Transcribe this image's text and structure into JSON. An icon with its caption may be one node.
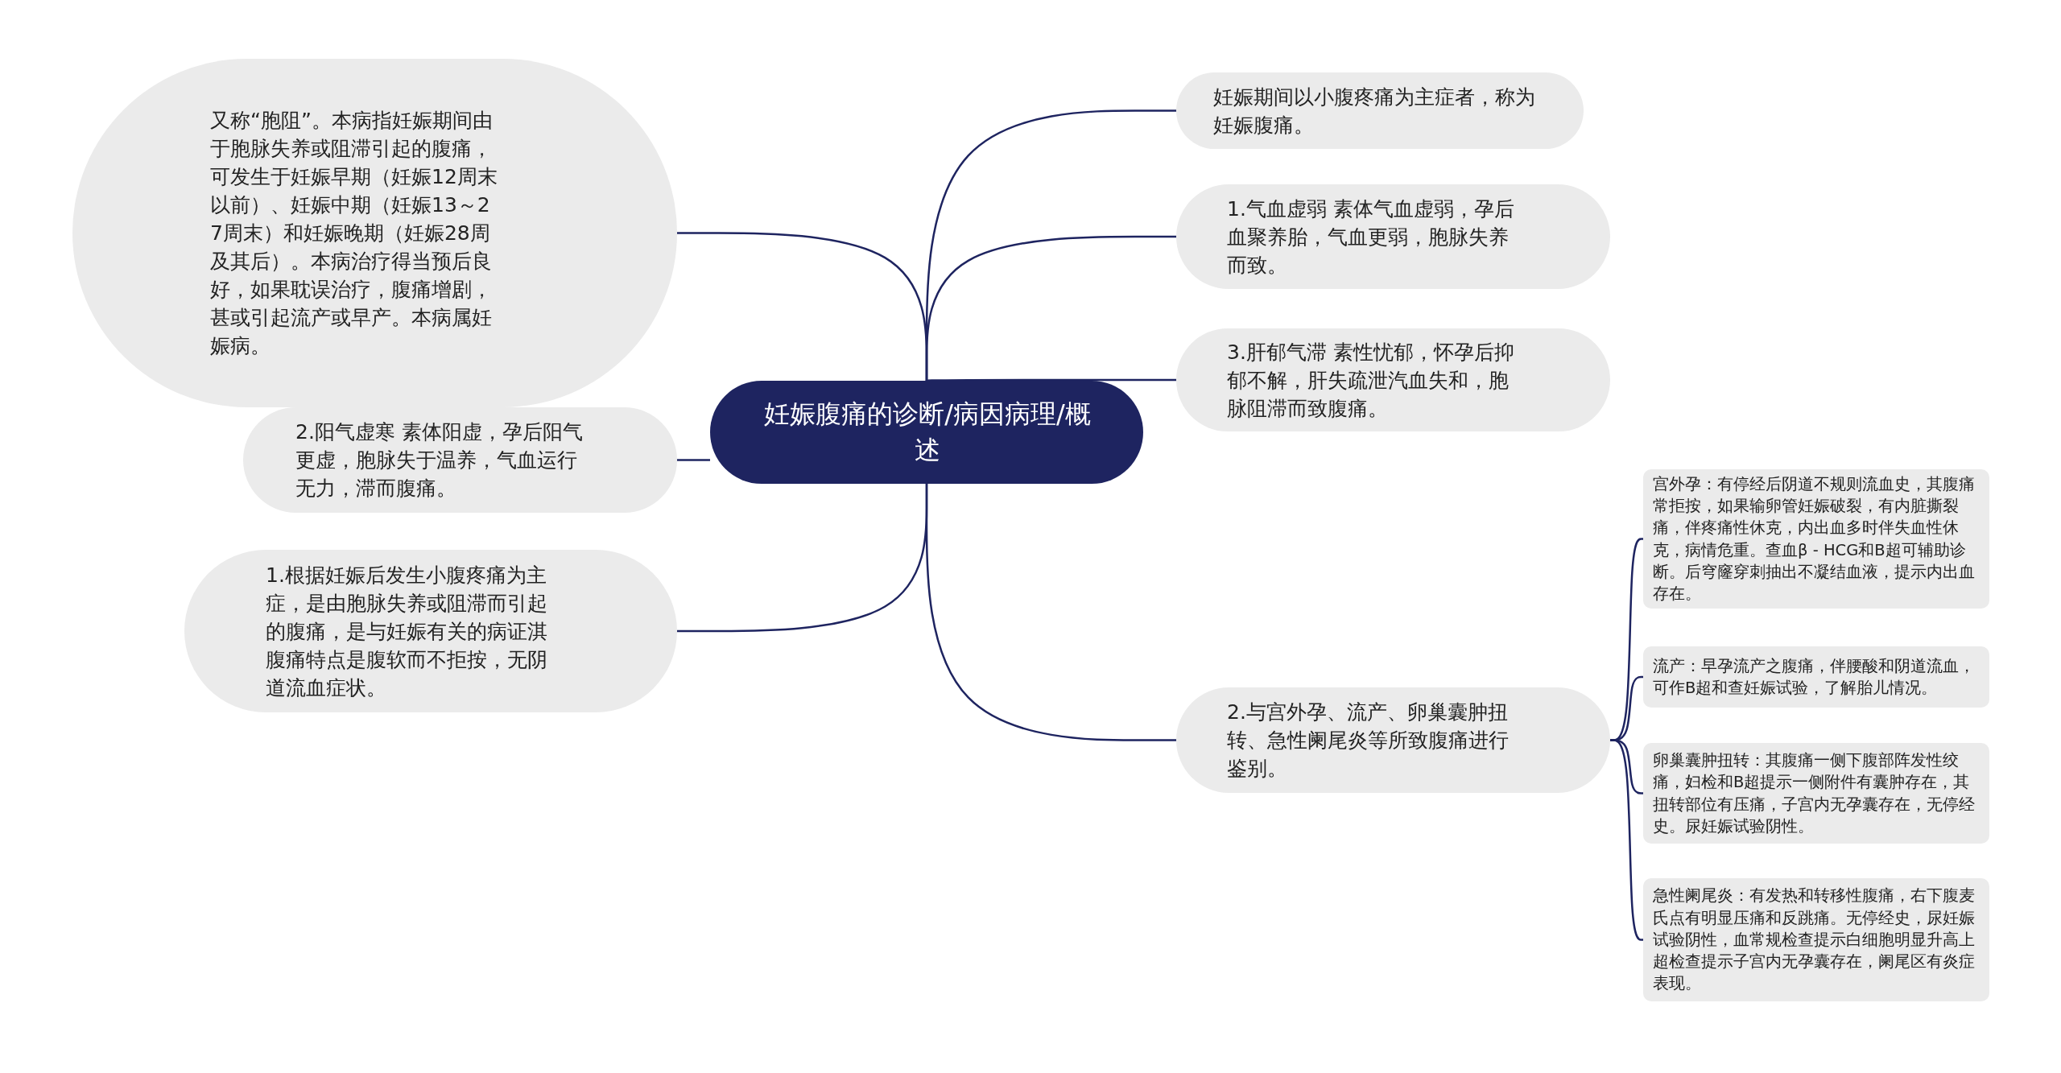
{
  "diagram": {
    "nodes": [
      {
        "text": [
          "妊娠腹痛的诊断/病因病理/概述"
        ]
      },
      {
        "text": [
          "妊娠期间以小腹疼痛为主症者，称为妊娠腹痛。"
        ]
      },
      {
        "text": [
          "1.气血虚弱 素体气血虚弱，孕后血聚养胎，气血更弱，胞脉失养而致。"
        ]
      },
      {
        "text": [
          "3.肝郁气滞 素性忧郁，怀孕后抑郁不解，肝失疏泄汽血失和，胞脉阻滞而致腹痛。"
        ]
      },
      {
        "text": [
          "2.与宫外孕、流产、卵巢囊肿扭转、急性阑尾炎等所致腹痛进行鉴别。"
        ]
      },
      {
        "text": [
          "宫外孕：有停经后阴道不规则流血史，其腹痛常拒按，如果输卵管妊娠破裂，有内脏撕裂痛，伴疼痛性休克，内出血多时伴失血性休克，病情危重。查血β - HCG和B超可辅助诊断。后穹窿穿刺抽出不凝结血液，提示内出血存在。"
        ]
      },
      {
        "text": [
          "流产：早孕流产之腹痛，伴腰酸和阴道流血，可作B超和查妊娠试验，了解胎儿情况。"
        ]
      },
      {
        "text": [
          "卵巢囊肿扭转：其腹痛一侧下腹部阵发性绞痛，妇检和B超提示一侧附件有囊肿存在，其扭转部位有压痛，子宫内无孕囊存在，无停经史。尿妊娠试验阴性。"
        ]
      },
      {
        "text": [
          "急性阑尾炎：有发热和转移性腹痛，右下腹麦氏点有明显压痛和反跳痛。无停经史，尿妊娠试验阴性，血常规检查提示白细胞明显升高上超检查提示子宫内无孕囊存在，阑尾区有炎症表现。"
        ]
      },
      {
        "text": [
          "又称“胞阻”。本病指妊娠期间由于胞脉失养或阻滞引起的腹痛，可发生于妊娠早期（妊娠12周末以前）、妊娠中期（妊娠13～27周末）和妊娠晚期（妊娠28周及其后）。本病治疗得当预后良好，如果耽误治疗，腹痛增剧，甚或引起流产或早产。本病属妊娠病。"
        ]
      },
      {
        "text": [
          "2.阳气虚寒 素体阳虚，孕后阳气更虚，胞脉失于温养，气血运行无力，滞而腹痛。"
        ]
      },
      {
        "text": [
          "1.根据妊娠后发生小腹疼痛为主症，是由胞脉失养或阻滞而引起的腹痛，是与妊娠有关的病证淇腹痛特点是腹软而不拒按，无阴道流血症状。"
        ]
      }
    ],
    "edges": [
      {
        "from": 0,
        "to": 1,
        "arrow": "none"
      },
      {
        "from": 0,
        "to": 2,
        "arrow": "none"
      },
      {
        "from": 0,
        "to": 3,
        "arrow": "none"
      },
      {
        "from": 0,
        "to": 4,
        "arrow": "none"
      },
      {
        "from": 4,
        "to": 5,
        "arrow": "none"
      },
      {
        "from": 4,
        "to": 6,
        "arrow": "none"
      },
      {
        "from": 4,
        "to": 7,
        "arrow": "none"
      },
      {
        "from": 4,
        "to": 8,
        "arrow": "none"
      },
      {
        "from": 0,
        "to": 9,
        "arrow": "none"
      },
      {
        "from": 0,
        "to": 10,
        "arrow": "none"
      },
      {
        "from": 0,
        "to": 11,
        "arrow": "none"
      }
    ]
  }
}
